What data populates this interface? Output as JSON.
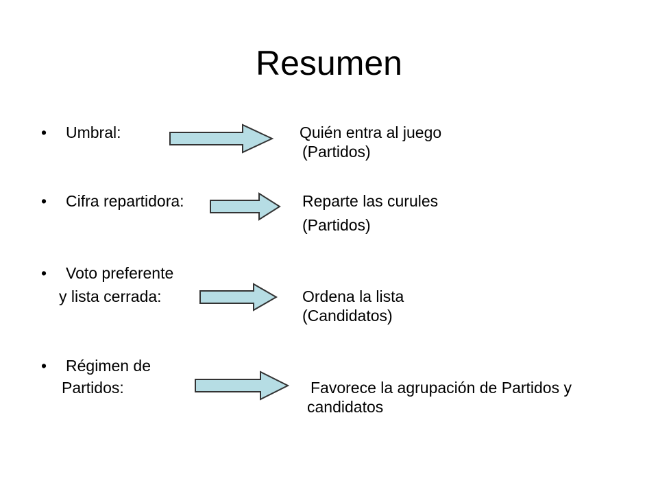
{
  "slide": {
    "title": "Resumen",
    "bullet_glyph": "•",
    "items": [
      {
        "label_lines": [
          "Umbral:"
        ],
        "result_lines": [
          "Quién entra al juego",
          "(Partidos)"
        ]
      },
      {
        "label_lines": [
          "Cifra repartidora:"
        ],
        "result_lines": [
          "Reparte las curules",
          "(Partidos)"
        ]
      },
      {
        "label_lines": [
          "Voto preferente",
          "y lista cerrada:"
        ],
        "result_lines": [
          "Ordena la lista",
          "(Candidatos)"
        ]
      },
      {
        "label_lines": [
          "Régimen de",
          "Partidos:"
        ],
        "result_lines": [
          "Favorece la agrupación de Partidos y",
          "candidatos"
        ]
      }
    ]
  },
  "colors": {
    "arrow_fill": "#b6dde4",
    "arrow_stroke": "#333333"
  }
}
